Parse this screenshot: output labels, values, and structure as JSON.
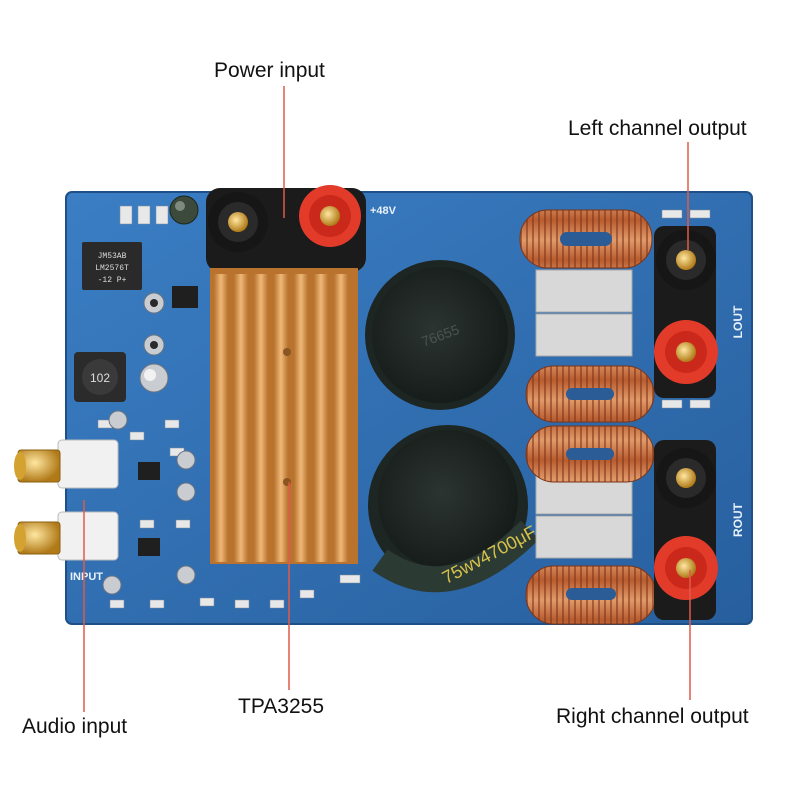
{
  "callouts": {
    "power_input": "Power input",
    "left_channel_output": "Left channel output",
    "tpa3255": "TPA3255",
    "audio_input": "Audio input",
    "right_channel_output": "Right channel output"
  },
  "board": {
    "input_label": "INPUT",
    "lout_label": "LOUT",
    "rout_label": "ROUT",
    "voltage_label": "+48V",
    "capacitor_rating": "75wv4700μF",
    "capacitor_top_code": "76655",
    "ic_marking": [
      "JM53AB",
      "LM2576T",
      "-12 P+"
    ],
    "inductor_code": "102",
    "colors": {
      "pcb": "#2f6fb5",
      "heatsink": "#d79a57",
      "toroid": "#c56d3f",
      "capacitor": "#1d2623",
      "terminal_red": "#e23b2a",
      "terminal_black": "#1a1a1a",
      "leader_line": "#e05a4a"
    }
  }
}
